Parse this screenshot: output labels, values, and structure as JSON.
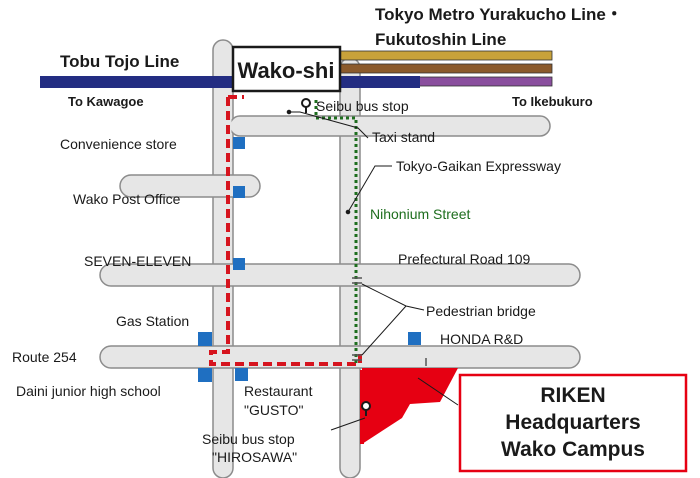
{
  "rail_lines": {
    "metro_line_1": "Tokyo Metro Yurakucho Line・",
    "metro_line_2": "Fukutoshin Line",
    "tobu_line": "Tobu Tojo Line"
  },
  "station": {
    "name": "Wako-shi",
    "to_west": "To Kawagoe",
    "to_east": "To Ikebukuro"
  },
  "places": {
    "seibu_bus_stop": "Seibu bus stop",
    "taxi_stand": "Taxi stand",
    "convenience_store": "Convenience store",
    "expressway": "Tokyo-Gaikan Expressway",
    "post_office": "Wako Post Office",
    "nihonium_street": "Nihonium Street",
    "seven_eleven": "SEVEN-ELEVEN",
    "prefectural_road": "Prefectural Road 109",
    "pedestrian_bridge": "Pedestrian bridge",
    "gas_station": "Gas Station",
    "honda": "HONDA R&D",
    "route_254": "Route 254",
    "daini_school": "Daini junior high school",
    "restaurant_1": "Restaurant",
    "restaurant_2": "\"GUSTO\"",
    "hirosawa_stop_1": "Seibu bus stop",
    "hirosawa_stop_2": "\"HIROSAWA\""
  },
  "destination": {
    "line_1": "RIKEN",
    "line_2": "Headquarters",
    "line_3": "Wako Campus"
  },
  "colors": {
    "road": "#e6e6e6",
    "road_edge": "#8c8c8c",
    "tobu_line": "#232d82",
    "metro_gold": "#c8a23a",
    "metro_brown": "#8b5a2b",
    "metro_purple": "#8a4f9e",
    "route_red": "#d6141e",
    "route_green": "#1e6e1e",
    "landmark_blue": "#1f6fc1",
    "campus_red": "#e60012"
  }
}
